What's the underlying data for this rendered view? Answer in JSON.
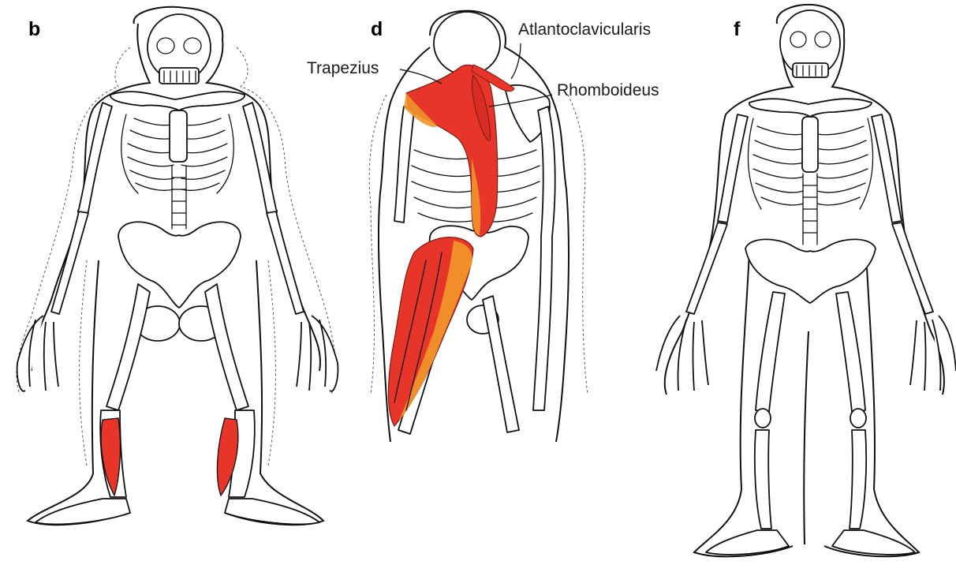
{
  "panels": [
    {
      "letter": "b"
    },
    {
      "letter": "d"
    },
    {
      "letter": "f"
    }
  ],
  "labels": {
    "atlantoclavicularis": "Atlantoclavicularis",
    "trapezius": "Trapezius",
    "rhomboideus": "Rhomboideus"
  },
  "colors": {
    "muscle_red": "#e8352a",
    "muscle_orange": "#f0932a",
    "ink": "#111111",
    "background": "#ffffff"
  }
}
